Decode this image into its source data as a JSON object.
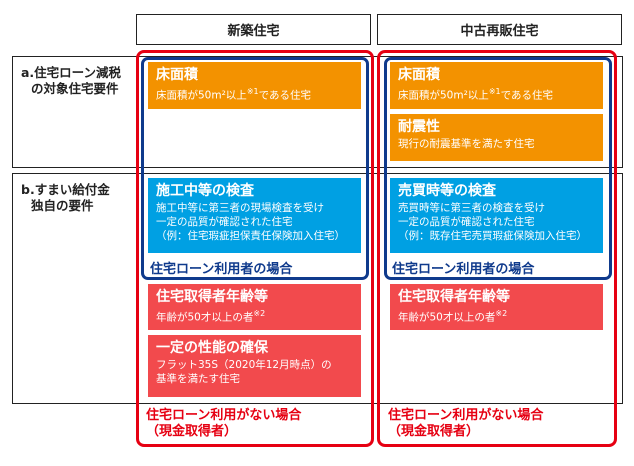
{
  "columns": [
    "新築住宅",
    "中古再販住宅"
  ],
  "rows": [
    {
      "label_line1": "a.住宅ローン減税",
      "label_line2": "の対象住宅要件"
    },
    {
      "label_line1": "b.すまい給付金",
      "label_line2": "独自の要件"
    }
  ],
  "new": {
    "cards": [
      {
        "title": "床面積",
        "desc": "床面積が50m²以上",
        "note": "※1",
        "desc_after": "である住宅"
      },
      {
        "title": "施工中等の検査",
        "desc1": "施工中等に第三者の現場検査を受け",
        "desc2": "一定の品質が確認された住宅",
        "desc3": "（例：住宅瑕疵担保責任保険加入住宅）"
      },
      {
        "title": "住宅取得者年齢等",
        "desc": "年齢が50才以上の者",
        "note": "※2"
      },
      {
        "title": "一定の性能の確保",
        "desc1": "フラット35S（2020年12月時点）の",
        "desc2": "基準を満たす住宅"
      }
    ],
    "loan_label": "住宅ローン利用者の場合",
    "cash_label1": "住宅ローン利用がない場合",
    "cash_label2": "（現金取得者）"
  },
  "used": {
    "cards": [
      {
        "title": "床面積",
        "desc": "床面積が50m²以上",
        "note": "※1",
        "desc_after": "である住宅"
      },
      {
        "title": "耐震性",
        "desc": "現行の耐震基準を満たす住宅"
      },
      {
        "title": "売買時等の検査",
        "desc1": "売買時等に第三者の検査を受け",
        "desc2": "一定の品質が確認された住宅",
        "desc3": "（例：既存住宅売買瑕疵保険加入住宅）"
      },
      {
        "title": "住宅取得者年齢等",
        "desc": "年齢が50才以上の者",
        "note": "※2"
      }
    ],
    "loan_label": "住宅ローン利用者の場合",
    "cash_label1": "住宅ローン利用がない場合",
    "cash_label2": "（現金取得者）"
  }
}
